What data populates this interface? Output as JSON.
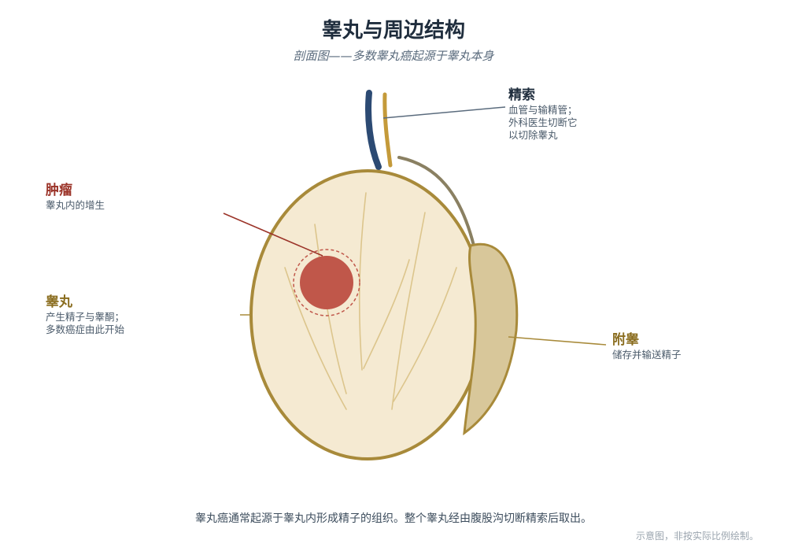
{
  "header": {
    "title": "睾丸与周边结构",
    "subtitle": "剖面图——多数睾丸癌起源于睾丸本身"
  },
  "labels": {
    "cord": {
      "name": "精索",
      "desc": "血管与输精管；\n外科医生切断它\n以切除睾丸"
    },
    "tumor": {
      "name": "肿瘤",
      "desc": "睾丸内的增生"
    },
    "testis": {
      "name": "睾丸",
      "desc": "产生精子与睾酮；\n多数癌症由此开始"
    },
    "epi": {
      "name": "附睾",
      "desc": "储存并输送精子"
    }
  },
  "caption": "睾丸癌通常起源于睾丸内形成精子的组织。整个睾丸经由腹股沟切断精索后取出。",
  "footnote": "示意图，非按实际比例绘制。",
  "colors": {
    "cord_label": "#1f2d3d",
    "tumor_label": "#9b3328",
    "testis_label": "#8a6d1f",
    "epi_label": "#8a6d1f",
    "vein": "#2c4a73",
    "vas": "#c49a3a",
    "testis_fill": "#f5ead2",
    "testis_stroke": "#a88a3a",
    "epi_fill": "#d8c79a",
    "tumor_fill": "#c0574a"
  }
}
